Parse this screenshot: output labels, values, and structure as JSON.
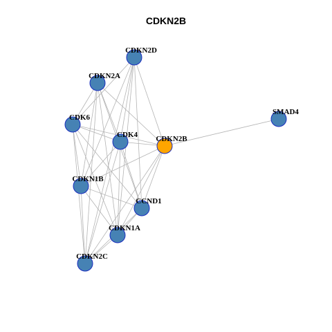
{
  "graph": {
    "title": "CDKN2B",
    "colors": {
      "node": "#4682b4",
      "highlight": "#ffa500",
      "node_border": "#1a2dbf",
      "edge": "#b3b3b3"
    },
    "nodes": [
      {
        "id": "CDKN2D",
        "label": "CDKN2D",
        "highlight": false
      },
      {
        "id": "CDKN2A",
        "label": "CDKN2A",
        "highlight": false
      },
      {
        "id": "CDK6",
        "label": "CDK6",
        "highlight": false
      },
      {
        "id": "CDK4",
        "label": "CDK4",
        "highlight": false
      },
      {
        "id": "CDKN2B",
        "label": "CDKN2B",
        "highlight": true
      },
      {
        "id": "SMAD4",
        "label": "SMAD4",
        "highlight": false
      },
      {
        "id": "CDKN1B",
        "label": "CDKN1B",
        "highlight": false
      },
      {
        "id": "CCND1",
        "label": "CCND1",
        "highlight": false
      },
      {
        "id": "CDKN1A",
        "label": "CDKN1A",
        "highlight": false
      },
      {
        "id": "CDKN2C",
        "label": "CDKN2C",
        "highlight": false
      }
    ],
    "edges": [
      [
        "CDKN2B",
        "SMAD4"
      ],
      [
        "CDKN2D",
        "CDK4"
      ],
      [
        "CDKN2D",
        "CDK6"
      ],
      [
        "CDKN2D",
        "CDKN2B"
      ],
      [
        "CDKN2D",
        "CCND1"
      ],
      [
        "CDKN2D",
        "CDKN1A"
      ],
      [
        "CDKN2D",
        "CDKN1B"
      ],
      [
        "CDKN2D",
        "CDKN2C"
      ],
      [
        "CDKN2A",
        "CDK4"
      ],
      [
        "CDKN2A",
        "CDK6"
      ],
      [
        "CDKN2A",
        "CDKN2B"
      ],
      [
        "CDKN2A",
        "CCND1"
      ],
      [
        "CDKN2A",
        "CDKN1A"
      ],
      [
        "CDKN2A",
        "CDKN1B"
      ],
      [
        "CDKN2A",
        "CDKN2C"
      ],
      [
        "CDK6",
        "CDK4"
      ],
      [
        "CDK6",
        "CDKN2B"
      ],
      [
        "CDK6",
        "CCND1"
      ],
      [
        "CDK6",
        "CDKN1A"
      ],
      [
        "CDK6",
        "CDKN1B"
      ],
      [
        "CDK6",
        "CDKN2C"
      ],
      [
        "CDK4",
        "CDKN2B"
      ],
      [
        "CDK4",
        "CCND1"
      ],
      [
        "CDK4",
        "CDKN1A"
      ],
      [
        "CDK4",
        "CDKN1B"
      ],
      [
        "CDK4",
        "CDKN2C"
      ],
      [
        "CDKN2B",
        "CDKN1B"
      ],
      [
        "CDKN2B",
        "CCND1"
      ],
      [
        "CDKN2B",
        "CDKN1A"
      ],
      [
        "CDKN2B",
        "CDKN2C"
      ],
      [
        "CDKN1B",
        "CCND1"
      ],
      [
        "CDKN1B",
        "CDKN1A"
      ],
      [
        "CDKN1B",
        "CDKN2C"
      ],
      [
        "CCND1",
        "CDKN1A"
      ],
      [
        "CCND1",
        "CDKN2C"
      ],
      [
        "CDKN1A",
        "CDKN2C"
      ]
    ]
  }
}
